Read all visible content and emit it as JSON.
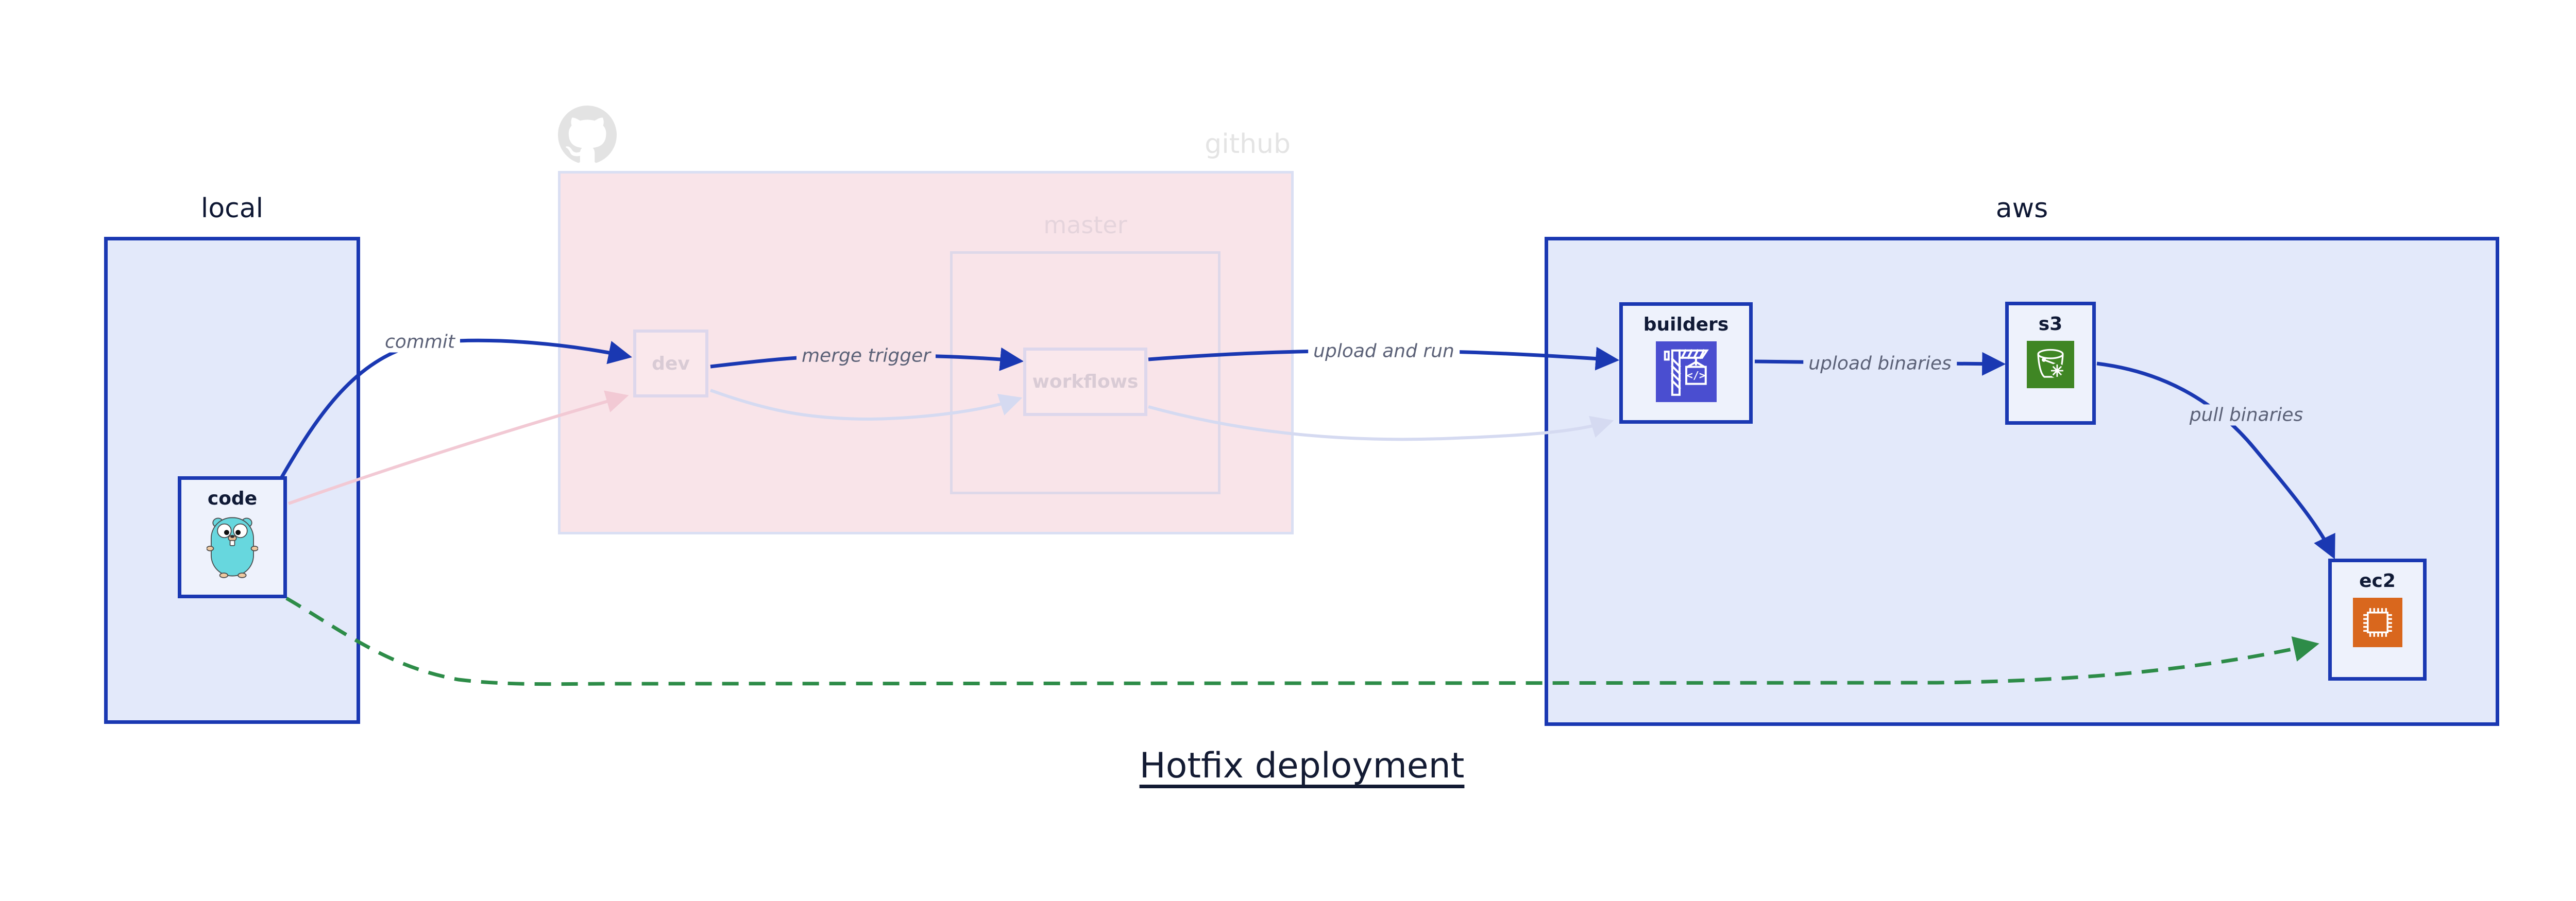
{
  "title": {
    "text": "Hotfix deployment"
  },
  "groups": {
    "local": {
      "label": "local"
    },
    "github": {
      "label": "github",
      "icon": "github-octocat-icon",
      "master": {
        "label": "master"
      }
    },
    "aws": {
      "label": "aws"
    }
  },
  "nodes": {
    "code": {
      "label": "code",
      "icon": "go-gopher-icon"
    },
    "dev": {
      "label": "dev"
    },
    "workflows": {
      "label": "workflows"
    },
    "builders": {
      "label": "builders",
      "icon": "aws-codebuild-icon"
    },
    "s3": {
      "label": "s3",
      "icon": "aws-s3-bucket-icon"
    },
    "ec2": {
      "label": "ec2",
      "icon": "aws-ec2-chip-icon"
    }
  },
  "edges": {
    "commit": {
      "label": "commit",
      "from": "code",
      "to": "dev",
      "style": "solid-blue"
    },
    "merge_trigger": {
      "label": "merge trigger",
      "from": "dev",
      "to": "workflows",
      "style": "solid-blue"
    },
    "upload_and_run": {
      "label": "upload and run",
      "from": "workflows",
      "to": "builders",
      "style": "solid-blue"
    },
    "upload_binaries": {
      "label": "upload binaries",
      "from": "builders",
      "to": "s3",
      "style": "solid-blue"
    },
    "pull_binaries": {
      "label": "pull binaries",
      "from": "s3",
      "to": "ec2",
      "style": "solid-blue"
    },
    "hotfix_path": {
      "from": "code",
      "to": "ec2",
      "style": "dashed-green"
    },
    "faded_code_to_dev": {
      "from": "code",
      "to": "dev",
      "style": "faded-pink"
    },
    "faded_dev_to_workflows": {
      "from": "dev",
      "to": "workflows",
      "style": "faded-lavender"
    },
    "faded_workflows_to_builders": {
      "from": "workflows",
      "to": "builders",
      "style": "faded-lavender"
    }
  },
  "colors": {
    "edge_blue": "#1a38b2",
    "hotfix_green": "#2d8c48",
    "group_fill_lavender": "#e3e9fa",
    "github_fill_pink": "#f9e4e9",
    "node_fill": "#eef2fc",
    "faded_border": "#ddd7ec",
    "faded_text": "#d9cbd5",
    "edge_label_gray": "#5b6177",
    "github_gray": "#e4e4e4",
    "codebuild_purple": "#4a4ed0",
    "s3_green": "#3f8624",
    "ec2_orange": "#d9671d",
    "gopher_teal": "#67d7de",
    "title_navy": "#131b33"
  }
}
